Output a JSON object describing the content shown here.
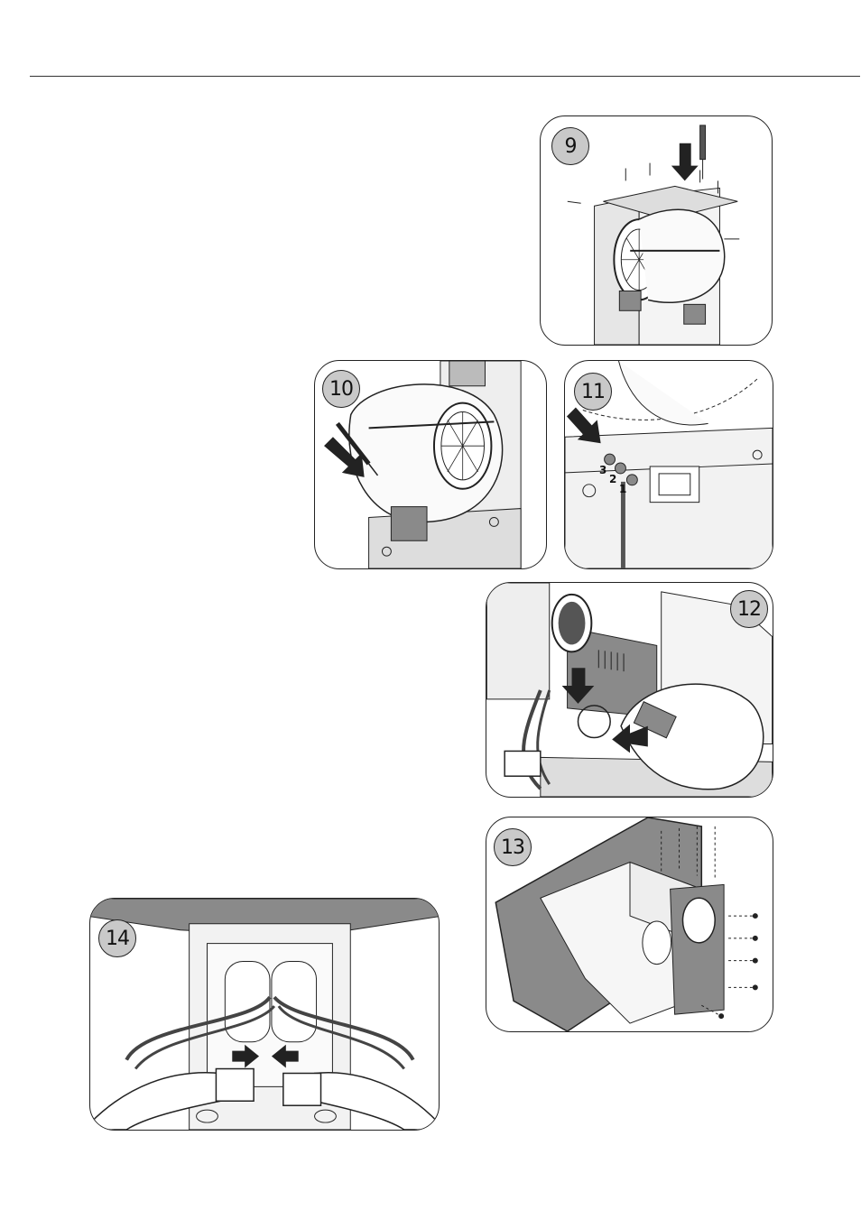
{
  "steps": [
    {
      "id": "9",
      "label": "9"
    },
    {
      "id": "10",
      "label": "10"
    },
    {
      "id": "11",
      "label": "11",
      "wire_numbers": [
        "3",
        "2",
        "1"
      ]
    },
    {
      "id": "12",
      "label": "12"
    },
    {
      "id": "13",
      "label": "13"
    },
    {
      "id": "14",
      "label": "14"
    }
  ],
  "colors": {
    "line": "#222222",
    "badge": "#c9c9c9",
    "shade": "#8a8a8a",
    "light": "#e6e6e6"
  }
}
